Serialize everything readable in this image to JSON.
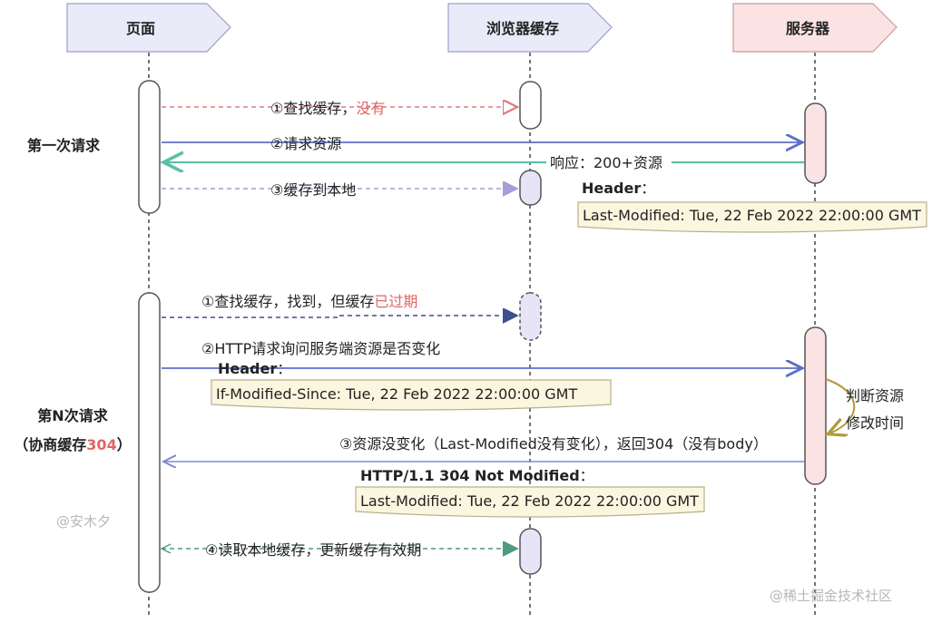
{
  "participants": [
    {
      "label": "页面",
      "fill": "#e9ebf9"
    },
    {
      "label": "浏览器缓存",
      "fill": "#e9ebf9"
    },
    {
      "label": "服务器",
      "fill": "#fbe3e3"
    }
  ],
  "phases": {
    "first": "第一次请求",
    "nth_line1": "第N次请求",
    "nth_line2_prefix": "（协商缓存",
    "nth_line2_code": "304",
    "nth_line2_suffix": "）"
  },
  "first_request": {
    "msg1": "①查找缓存，",
    "msg1_highlight": "没有",
    "msg2": "②请求资源",
    "msg3": "响应：200+资源",
    "msg4": "③缓存到本地",
    "header_title": "Header",
    "header_colon": "：",
    "header_value": "Last-Modified: Tue, 22 Feb 2022 22:00:00 GMT"
  },
  "nth_request": {
    "msg1": "①查找缓存，找到，但缓存",
    "msg1_highlight": "已过期",
    "msg2": "②HTTP请求询问服务端资源是否变化",
    "header_title": "Header",
    "header_colon": "：",
    "header_value": "If-Modified-Since: Tue, 22 Feb 2022 22:00:00 GMT",
    "server_note_line1": "判断资源",
    "server_note_line2": "修改时间",
    "msg3": "③资源没变化（Last-Modified没有变化），返回304（没有body）",
    "response_title": "HTTP/1.1 304 Not Modified",
    "response_colon": "：",
    "response_value": "Last-Modified: Tue, 22 Feb 2022 22:00:00 GMT",
    "msg4": "④读取本地缓存，更新缓存有效期"
  },
  "watermarks": {
    "author": "@安木夕",
    "site": "@稀土掘金技术社区"
  },
  "colors": {
    "highlight_red": "#e06666",
    "request_blue": "#5b6fc7",
    "response_teal": "#5bbfa8",
    "dashed_red": "#e07a7a",
    "dashed_purple": "#a99ad8",
    "dashed_navy": "#3f4f8f",
    "dashed_green": "#4e9a7c",
    "note_fill": "#fbf6df",
    "note_stroke": "#b9b08a",
    "curve_gold": "#b39a3c"
  }
}
